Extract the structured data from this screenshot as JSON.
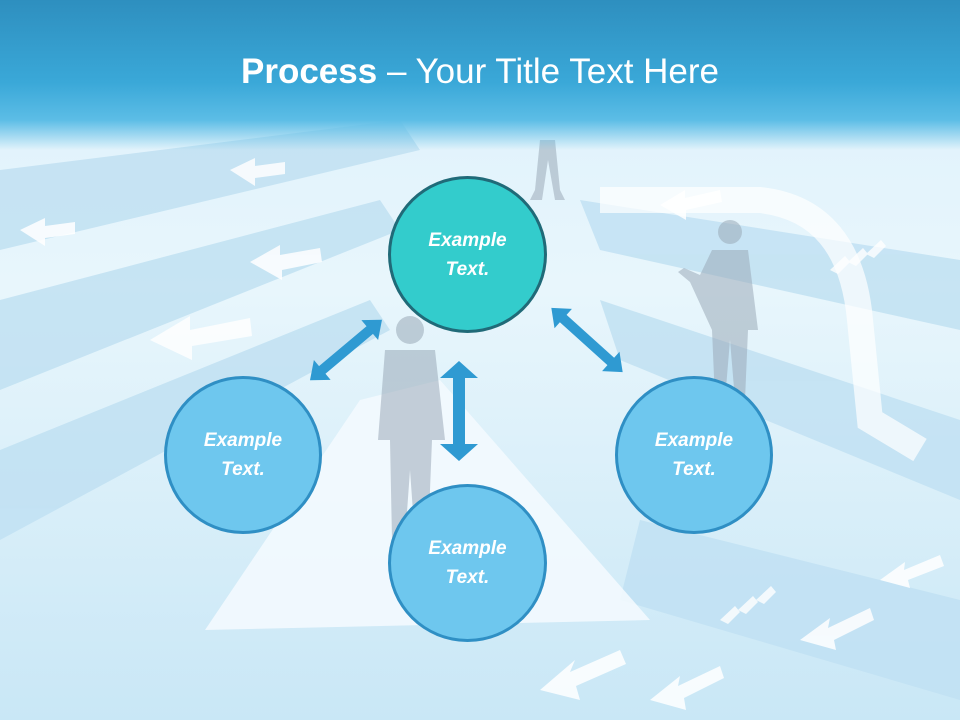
{
  "title": {
    "bold": "Process",
    "rest": " – Your Title Text Here"
  },
  "nodes": {
    "top": {
      "label": "Example Text."
    },
    "left": {
      "label": "Example Text."
    },
    "bottom": {
      "label": "Example Text."
    },
    "right": {
      "label": "Example Text."
    }
  },
  "colors": {
    "center_fill": "#33cccc",
    "center_border": "#206a78",
    "outer_fill": "#6ec7ee",
    "outer_border": "#2f8fc4",
    "arrow": "#2f9ad2",
    "header": "#3aa8d8"
  }
}
